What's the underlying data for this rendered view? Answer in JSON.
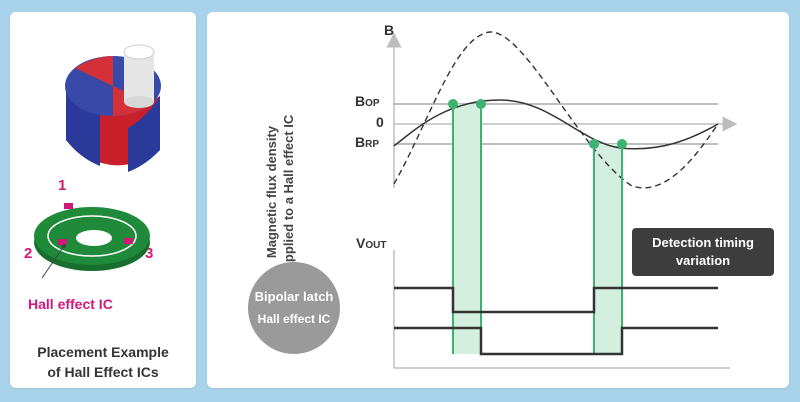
{
  "left_panel": {
    "caption": "Placement Example\nof Hall Effect ICs",
    "hall_label": "Hall effect IC",
    "pins": [
      "1",
      "2",
      "3"
    ]
  },
  "graph": {
    "y_axis_title": "Magnetic flux density\napplied to a Hall effect IC",
    "b_axis": "B",
    "bop_main": "B",
    "bop_sub": "OP",
    "zero": "0",
    "brp_main": "B",
    "brp_sub": "RP",
    "vout_main": "V",
    "vout_sub": "OUT"
  },
  "badge": {
    "line1": "Bipolar latch",
    "line2": "Hall effect IC"
  },
  "timing_note": "Detection timing\nvariation",
  "colors": {
    "background": "#a9d3ea",
    "magenta": "#d4187a",
    "green_marker": "#3cb371",
    "green_band": "#d4efe0",
    "magnet_red": "#c8202a",
    "magnet_blue": "#2b3a9a",
    "ring_green": "#1f8a3a"
  }
}
